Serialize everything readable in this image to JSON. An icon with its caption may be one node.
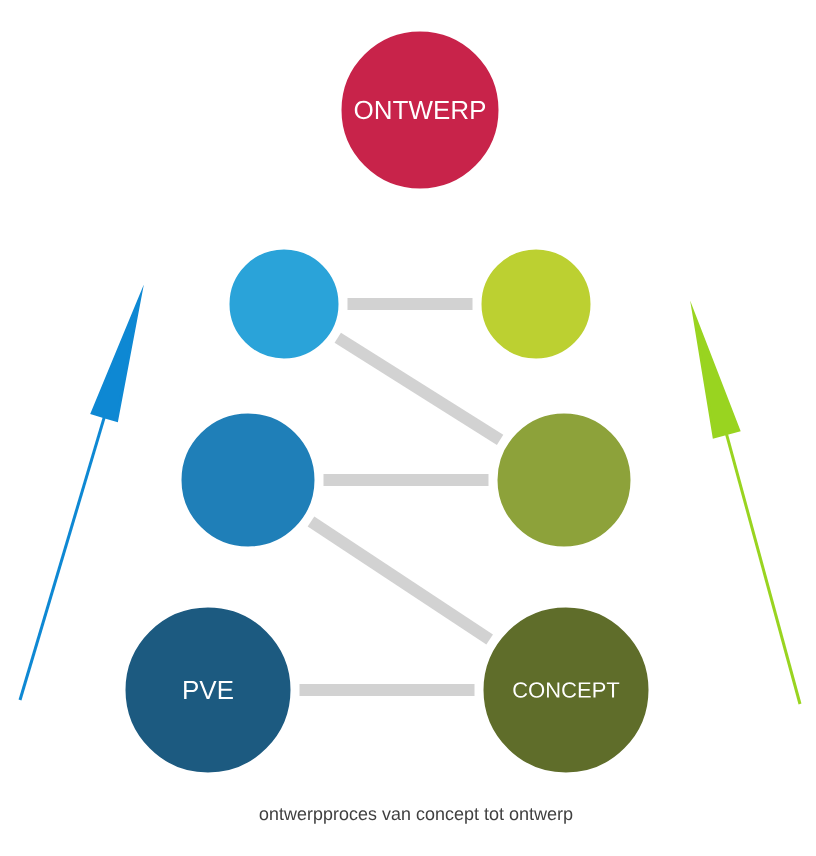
{
  "diagram": {
    "caption": "ontwerpproces van concept tot ontwerp",
    "nodes": [
      {
        "text": [
          "ONTWERP"
        ]
      },
      {
        "text": [],
        "shape": "circle"
      },
      {
        "text": [],
        "shape": "circle"
      },
      {
        "text": [],
        "shape": "circle"
      },
      {
        "text": [],
        "shape": "circle"
      },
      {
        "text": [
          "PVE"
        ]
      },
      {
        "text": [
          "CONCEPT"
        ]
      }
    ],
    "edges": [
      {
        "from": 5,
        "to": 6,
        "arrow": "none"
      },
      {
        "from": 6,
        "to": 3,
        "arrow": "none"
      },
      {
        "from": 3,
        "to": 4,
        "arrow": "none"
      },
      {
        "from": 4,
        "to": 1,
        "arrow": "none"
      },
      {
        "from": 1,
        "to": 2,
        "arrow": "none"
      }
    ]
  }
}
